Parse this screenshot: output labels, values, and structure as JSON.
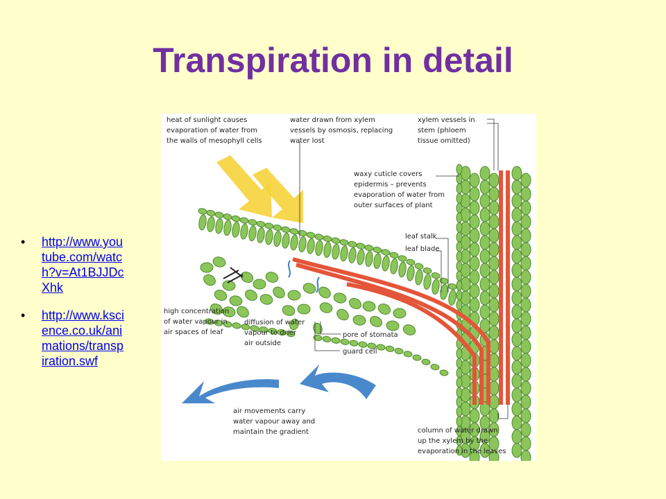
{
  "title": "Transpiration in detail",
  "links": [
    {
      "text": "http://www.youtube.com/watch?v=At1BJJDcXhk"
    },
    {
      "text": "http://www.kscience.co.uk/animations/transpiration.swf"
    }
  ],
  "diagram": {
    "labels": {
      "sunlight": [
        "heat of sunlight causes",
        "evaporation of water from",
        "the walls of mesophyll cells"
      ],
      "xylem_draw": [
        "water drawn from xylem",
        "vessels by osmosis, replacing",
        "water lost"
      ],
      "xylem_stem": [
        "xylem vessels in",
        "stem (phloem",
        "tissue omitted)"
      ],
      "cuticle": [
        "waxy cuticle covers",
        "epidermis – prevents",
        "evaporation of water from",
        "outer surfaces of plant"
      ],
      "leaf_stalk": "leaf stalk",
      "leaf_blade": "leaf blade",
      "high_conc": [
        "high concentration",
        "of water vapour in",
        "air spaces of leaf"
      ],
      "diffusion": [
        "diffusion of water",
        "vapour to drier",
        "air outside"
      ],
      "pore": "pore of stomata",
      "guard": "guard cell",
      "air_move": [
        "air movements carry",
        "water vapour away and",
        "maintain the gradient"
      ],
      "column": [
        "column of water drawn",
        "up the xylem by the",
        "evaporation in the leaves"
      ]
    },
    "colors": {
      "cell_fill": "#8cc55a",
      "cell_stroke": "#4d8a2e",
      "xylem": "#e4553a",
      "sun_arrow": "#f5d33a",
      "air_arrow": "#4a88cc",
      "vapour_arrow": "#3a7fd0"
    }
  }
}
